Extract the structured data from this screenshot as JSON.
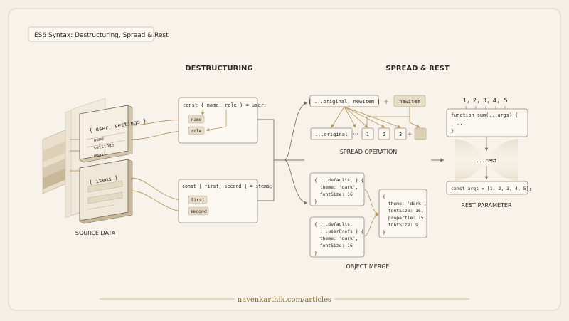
{
  "title": "ES6 Syntax: Destructuring, Spread & Rest",
  "sections": {
    "destructuring": "DESTRUCTURING",
    "spread_rest": "SPREAD & REST",
    "source_data": "SOURCE DATA",
    "spread_operation": "SPREAD OPERATION",
    "object_merge": "OBJECT MERGE",
    "rest_parameter": "REST PARAMETER"
  },
  "source": {
    "object_label": "{ user, settings }",
    "object_fields": [
      "name",
      "settings",
      "email"
    ],
    "array_label": "[ items ]"
  },
  "object_destructure": {
    "code": "const { name, role } = user;",
    "vars": [
      "name",
      "role"
    ]
  },
  "array_destructure": {
    "code": "const [ first, second ] = items;",
    "vars": [
      "first",
      "second"
    ]
  },
  "spread": {
    "expression": "[ ...original, newItem ]",
    "plus": "+",
    "new_item": "newItem",
    "original_chip": "...original",
    "dots": "···",
    "items": [
      "1",
      "2",
      "3"
    ],
    "plus2": "+"
  },
  "merge": {
    "defaults": [
      "{ ...defaults, } {",
      "  theme: 'dark',",
      "  fontSize: 16",
      "}"
    ],
    "user_prefs": [
      "{ ...defaults,",
      "  ...userPrefs } {",
      "  theme: 'dark',",
      "  fontSize: 16",
      "}"
    ],
    "result": [
      "{",
      "  theme: 'dark',",
      "  fontSize: 16,",
      "  propertie: 15,",
      "  fontSize: 9",
      "}"
    ]
  },
  "rest": {
    "args": [
      "1,",
      "2,",
      "3,",
      "4,",
      "5"
    ],
    "function_code": [
      "function sum(...args) {",
      "  ...",
      "}"
    ],
    "rest_label": "...rest",
    "result_code": "const args = [1, 2, 3, 4, 5];"
  },
  "footer": "navenkarthik.com/articles",
  "colors": {
    "background": "#f4efe4",
    "card": "#fbf8f1",
    "gold": "#b89658",
    "chip": "#e7dcc6",
    "ink": "#2b2621",
    "stroke": "#8f8677"
  }
}
